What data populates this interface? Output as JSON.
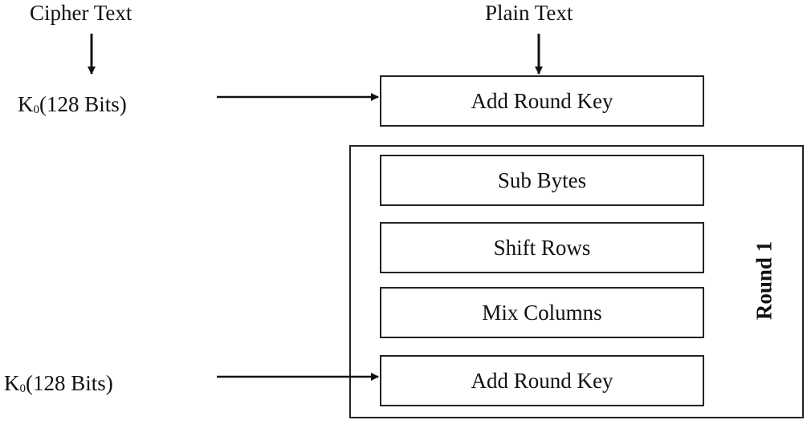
{
  "labels": {
    "cipher_text": "Cipher Text",
    "plain_text": "Plain Text",
    "key_top": {
      "base": "K",
      "sub": "0",
      "rest": "(128 Bits)"
    },
    "key_bottom": {
      "base": "K",
      "sub": "0",
      "rest": "(128 Bits)"
    }
  },
  "boxes": {
    "add_round_key_initial": "Add Round Key",
    "sub_bytes": "Sub Bytes",
    "shift_rows": "Shift Rows",
    "mix_columns": "Mix Columns",
    "add_round_key_round": "Add Round Key"
  },
  "round": {
    "label": "Round 1"
  }
}
